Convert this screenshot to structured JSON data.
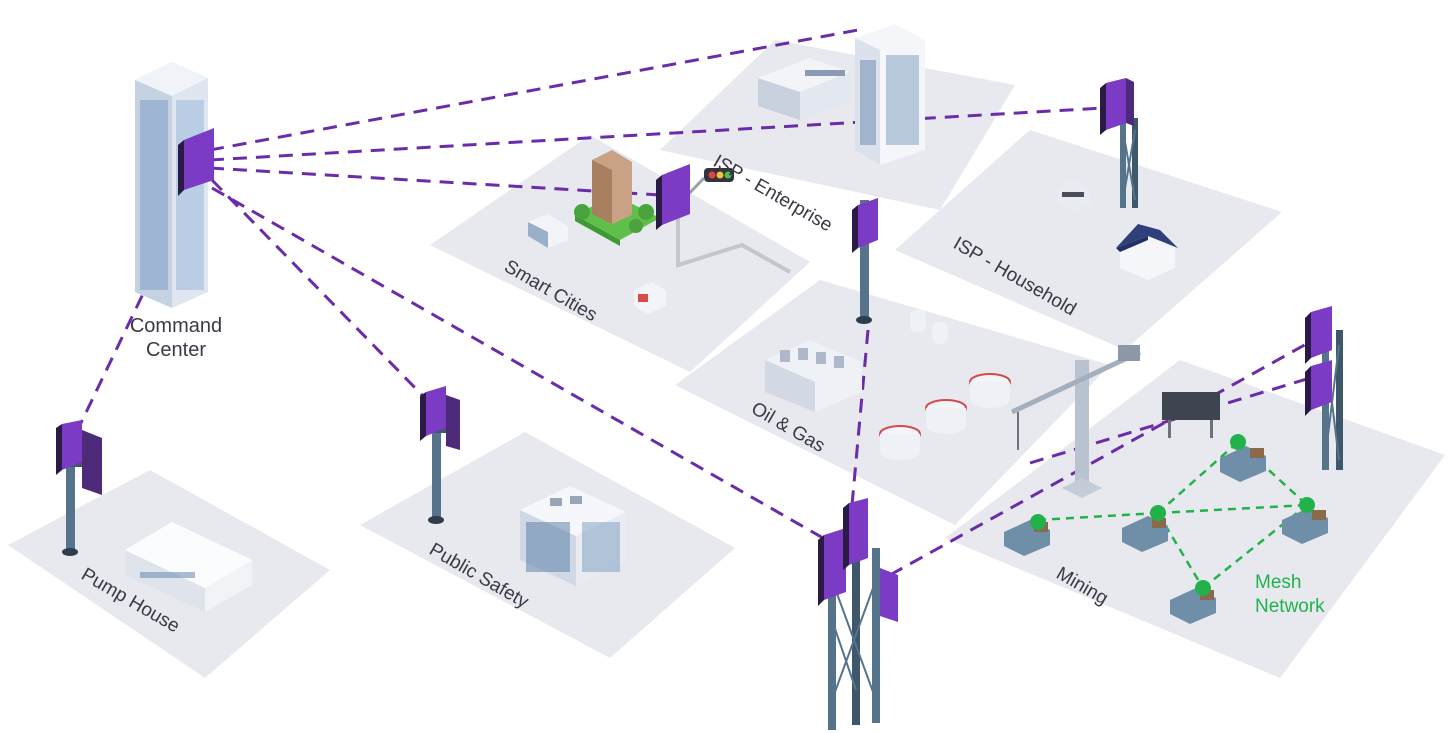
{
  "labels": {
    "command_center": [
      "Command",
      "Center"
    ],
    "isp_enterprise": "ISP - Enterprise",
    "smart_cities": "Smart Cities",
    "isp_household": "ISP - Household",
    "oil_gas": "Oil & Gas",
    "mining": "Mining",
    "mesh_network": [
      "Mesh",
      "Network"
    ],
    "pump_house": "Pump House",
    "public_safety": "Public Safety"
  },
  "colors": {
    "link": "#6a2ca8",
    "mesh": "#22b24c",
    "platform": "#e8e9ef",
    "panel": "#7b3bc4",
    "tower": "#56738c"
  },
  "icons": [
    "command-center-tower-icon",
    "radio-panel-icon",
    "lattice-tower-icon",
    "monopole-tower-icon",
    "crane-icon",
    "truck-icon",
    "storage-tank-icon",
    "house-icon",
    "warehouse-icon",
    "office-building-icon",
    "traffic-light-icon",
    "bus-icon",
    "van-icon"
  ]
}
